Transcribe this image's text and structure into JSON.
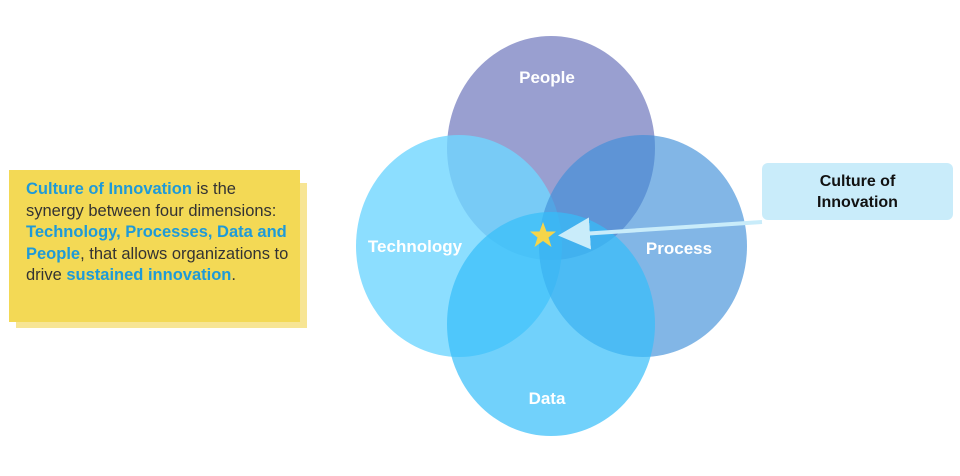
{
  "note": {
    "highlight1": "Culture of Innovation",
    "text1": " is the synergy between four dimensions: ",
    "highlight2": "Technology, Processes, Data and People",
    "text2": ", that allows organizations to drive ",
    "highlight3": "sustained innovation",
    "text3": "."
  },
  "diagram": {
    "circles": [
      {
        "label": "People",
        "color": "#7f87c4"
      },
      {
        "label": "Technology",
        "color": "#6fd6ff"
      },
      {
        "label": "Process",
        "color": "#5aa3de"
      },
      {
        "label": "Data",
        "color": "#35bdf9"
      }
    ],
    "star_color": "#f5d54a",
    "callout": {
      "line1": "Culture of",
      "line2": "Innovation",
      "color": "#c9ecfa"
    }
  }
}
